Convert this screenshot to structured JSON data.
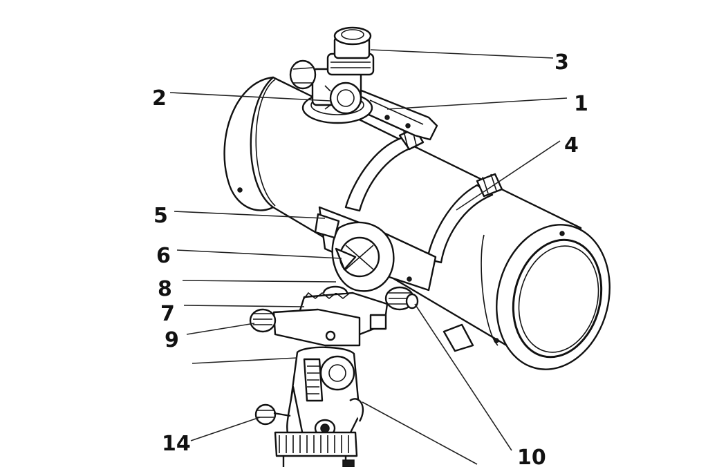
{
  "diagram": {
    "callouts": [
      {
        "id": "1",
        "text": "1"
      },
      {
        "id": "2",
        "text": "2"
      },
      {
        "id": "3",
        "text": "3"
      },
      {
        "id": "4",
        "text": "4"
      },
      {
        "id": "5",
        "text": "5"
      },
      {
        "id": "6",
        "text": "6"
      },
      {
        "id": "7",
        "text": "7"
      },
      {
        "id": "8",
        "text": "8"
      },
      {
        "id": "9",
        "text": "9"
      },
      {
        "id": "10",
        "text": "10"
      },
      {
        "id": "14",
        "text": "14"
      }
    ]
  }
}
